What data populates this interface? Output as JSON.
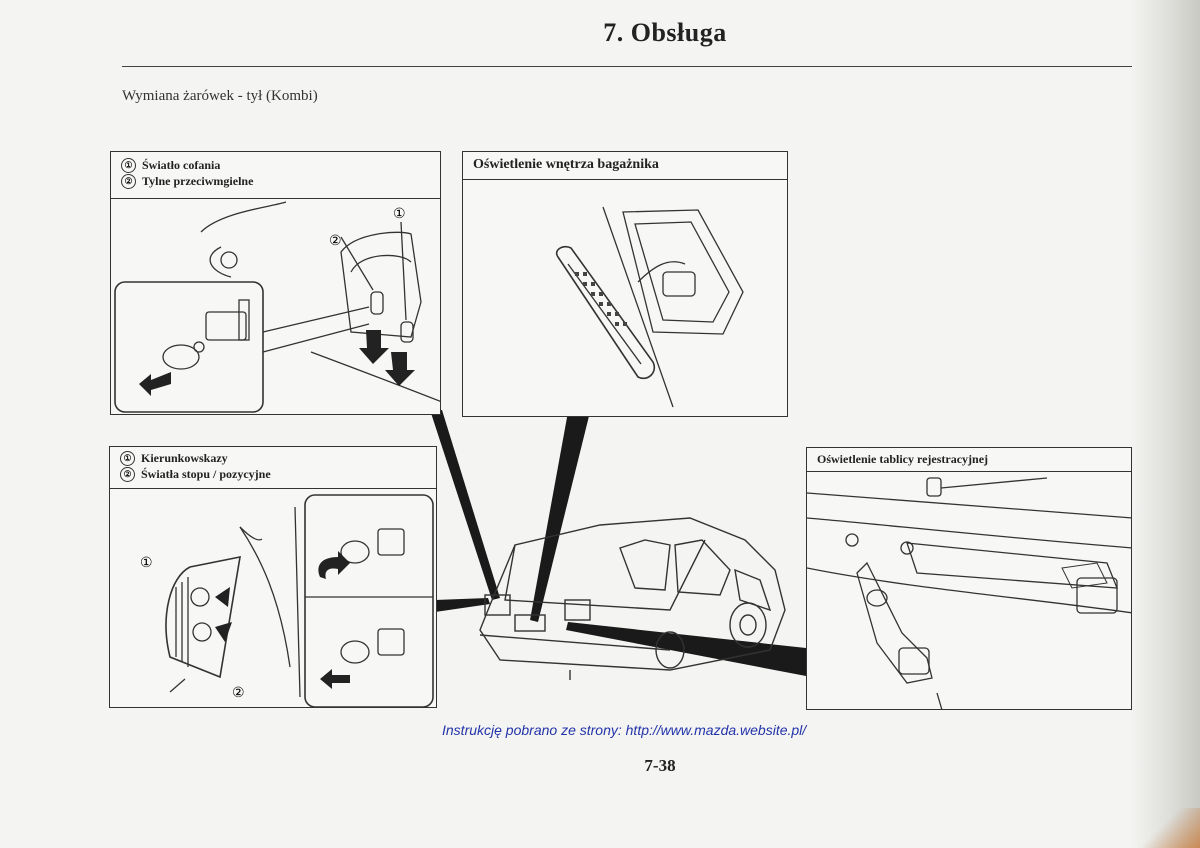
{
  "header": {
    "title": "7. Obsługa"
  },
  "subtitle": "Wymiana żarówek - tył (Kombi)",
  "panels": {
    "reverse": {
      "items": [
        {
          "num": "①",
          "label": "Światło cofania"
        },
        {
          "num": "②",
          "label": "Tylne przeciwmgielne"
        }
      ]
    },
    "trunk": {
      "title": "Oświetlenie wnętrza bagażnika"
    },
    "turn": {
      "items": [
        {
          "num": "①",
          "label": "Kierunkowskazy"
        },
        {
          "num": "②",
          "label": "Światła stopu / pozycyjne"
        }
      ]
    },
    "plate": {
      "title": "Oświetlenie tablicy rejestracyjnej"
    }
  },
  "callouts": {
    "one": "①",
    "two": "②"
  },
  "footer": {
    "link": "Instrukcję pobrano ze strony: http://www.mazda.website.pl/",
    "page_number": "7-38"
  }
}
